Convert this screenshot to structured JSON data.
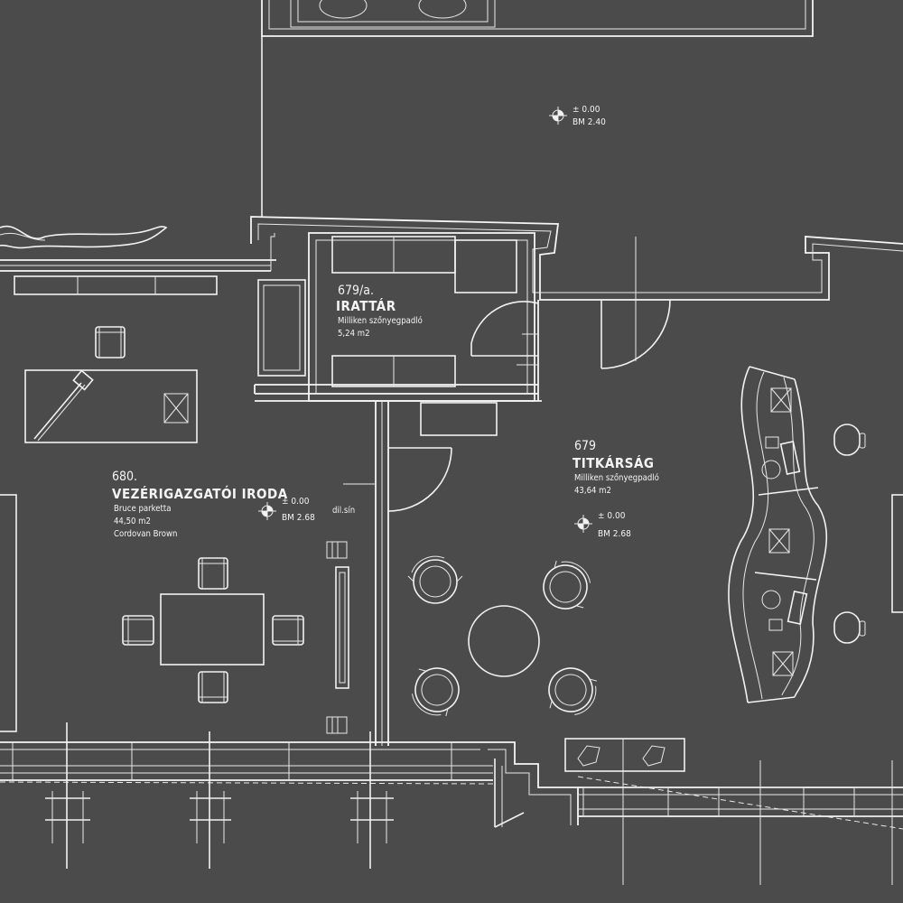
{
  "rooms": {
    "office": {
      "number": "680.",
      "name": "VEZÉRIGAZGATÓI IRODA",
      "floor": "Bruce parketta",
      "area": "44,50 m2",
      "finish": "Cordovan Brown",
      "level": "± 0.00",
      "bm": "BM 2.68"
    },
    "archive": {
      "number": "679/a.",
      "name": "IRATTÁR",
      "floor": "Milliken szőnyegpadló",
      "area": "5,24 m2"
    },
    "secretariat": {
      "number": "679",
      "name": "TITKÁRSÁG",
      "floor": "Milliken szőnyegpadló",
      "area": "43,64 m2",
      "level": "± 0.00",
      "bm": "BM 2.68"
    }
  },
  "top_level": {
    "level": "± 0.00",
    "bm": "BM 2.40"
  },
  "wall_note": "dil.sín",
  "colors": {
    "background": "#4b4b4b",
    "lines": "#f2f2f2"
  }
}
